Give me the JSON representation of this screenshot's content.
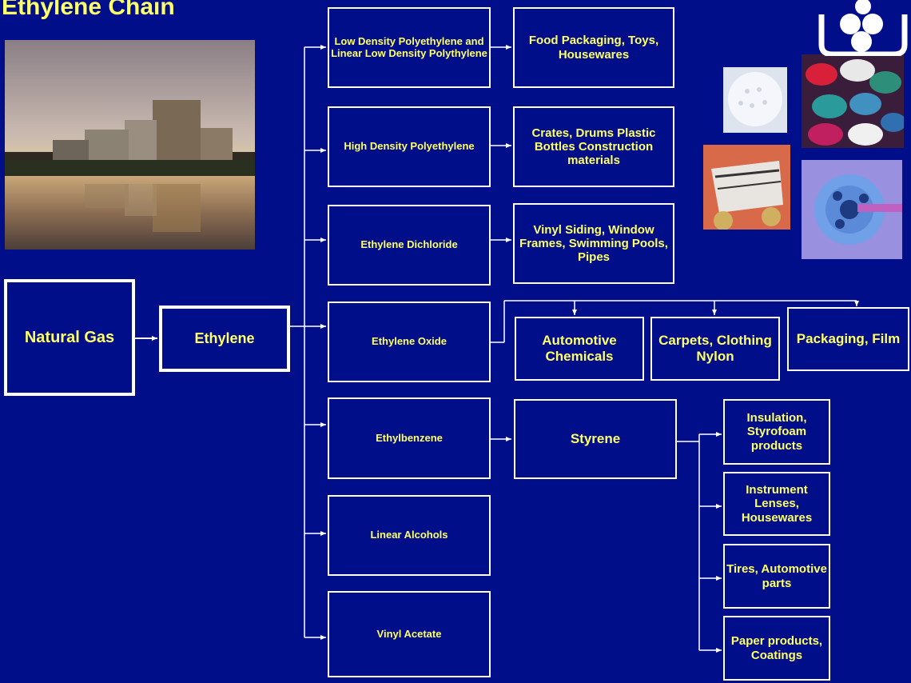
{
  "title": "Ethylene Chain",
  "nodes": {
    "natural_gas": "Natural Gas",
    "ethylene": "Ethylene",
    "ldpe": "Low Density Polyethylene and Linear Low Density Polythylene",
    "hdpe": "High Density Polyethylene",
    "edc": "Ethylene Dichloride",
    "eo": "Ethylene Oxide",
    "eb": "Ethylbenzene",
    "la": "Linear Alcohols",
    "va": "Vinyl Acetate",
    "food": "Food Packaging, Toys, Housewares",
    "crates": "Crates, Drums Plastic Bottles Construction materials",
    "vinyl": "Vinyl Siding, Window Frames, Swimming Pools, Pipes",
    "auto_chem": "Automotive Chemicals",
    "carpets": "Carpets, Clothing Nylon",
    "packaging": "Packaging, Film",
    "styrene": "Styrene",
    "insulation": "Insulation, Styrofoam products",
    "lenses": "Instrument Lenses, Housewares",
    "tires": "Tires, Automotive parts",
    "paper": "Paper products, Coatings"
  },
  "colors": {
    "background": "#000e8a",
    "text": "#ffff66",
    "border": "#ffffff"
  },
  "images": [
    "refinery-photo",
    "golf-ball-photo",
    "spools-photo",
    "rollerblade-photo",
    "reel-photo",
    "logo-icon"
  ]
}
